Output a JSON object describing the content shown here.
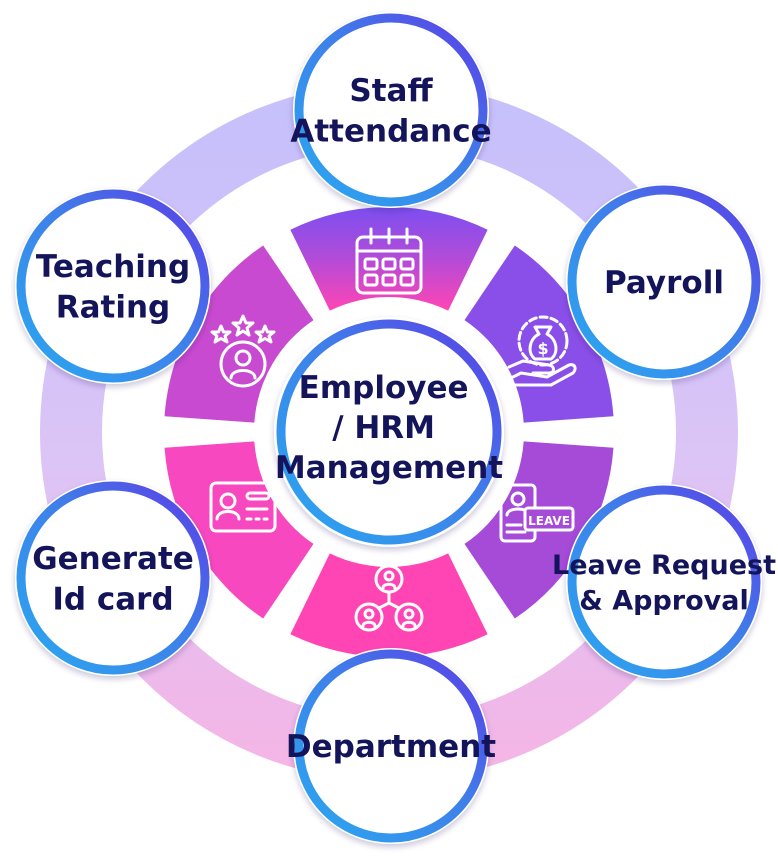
{
  "center": {
    "lines": [
      "Employee",
      "/ HRM",
      "Management"
    ]
  },
  "modules": [
    {
      "id": "staff-attendance",
      "lines": [
        "Staff",
        "Attendance"
      ],
      "icon": "calendar-icon"
    },
    {
      "id": "payroll",
      "lines": [
        "Payroll"
      ],
      "icon": "money-bag-gear-icon"
    },
    {
      "id": "leave-request",
      "lines": [
        "Leave Request",
        "& Approval"
      ],
      "icon": "leave-card-icon"
    },
    {
      "id": "department",
      "lines": [
        "Department"
      ],
      "icon": "team-network-icon"
    },
    {
      "id": "generate-id-card",
      "lines": [
        "Generate",
        "Id card"
      ],
      "icon": "id-card-icon"
    },
    {
      "id": "teaching-rating",
      "lines": [
        "Teaching",
        "Rating"
      ],
      "icon": "star-rating-user-icon"
    }
  ],
  "leave_icon_text": "LEAVE",
  "colors": {
    "text": "#13145a",
    "purple": "#7d4ff0",
    "magenta": "#ff45b4",
    "ring_lavender": "#c9c2fb",
    "ring_pink": "#f3b4e4",
    "circle_border_start": "#2aa8f0",
    "circle_border_end": "#5c3be6"
  }
}
